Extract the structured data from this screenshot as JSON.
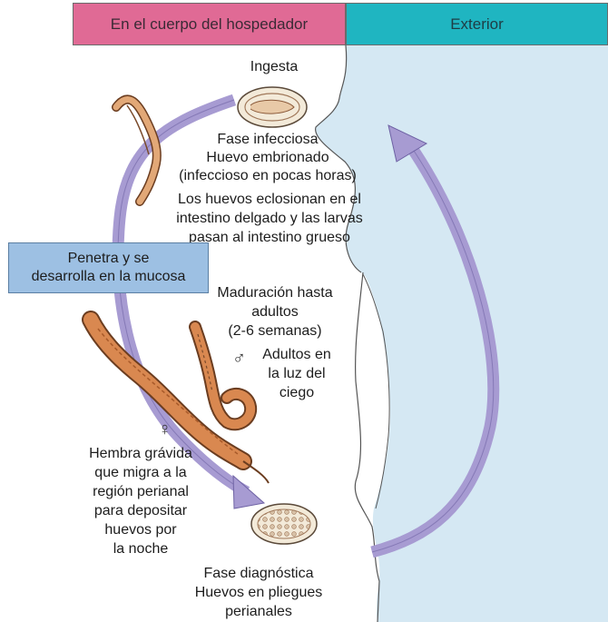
{
  "header": {
    "left_label": "En el cuerpo del hospedador",
    "right_label": "Exterior"
  },
  "labels": {
    "ingesta": "Ingesta",
    "fase_infecciosa": "Fase infecciosa",
    "huevo_embrionado": "Huevo embrionado",
    "infeccioso_horas": "(infeccioso en pocas horas)",
    "eclosion_1": "Los huevos eclosionan en el",
    "eclosion_2": "intestino delgado y las larvas",
    "eclosion_3": "pasan al intestino grueso",
    "penetra_1": "Penetra y se",
    "penetra_2": "desarrolla en la mucosa",
    "maduracion_1": "Maduración hasta",
    "maduracion_2": "adultos",
    "maduracion_3": "(2-6 semanas)",
    "adultos_1": "Adultos en",
    "adultos_2": "la luz del",
    "adultos_3": "ciego",
    "hembra_1": "Hembra grávida",
    "hembra_2": "que migra a la",
    "hembra_3": "región perianal",
    "hembra_4": "para depositar",
    "hembra_5": "huevos por",
    "hembra_6": "la noche",
    "diag_1": "Fase diagnóstica",
    "diag_2": "Huevos en pliegues",
    "diag_3": "perianales",
    "male_symbol": "♂",
    "female_symbol": "♀"
  },
  "colors": {
    "header_left": "#e06a95",
    "header_right": "#1fb5c1",
    "exterior_bg": "#d5e8f3",
    "arrow": "#a79bd2",
    "box": "#9dc0e3",
    "worm": "#d98850"
  }
}
